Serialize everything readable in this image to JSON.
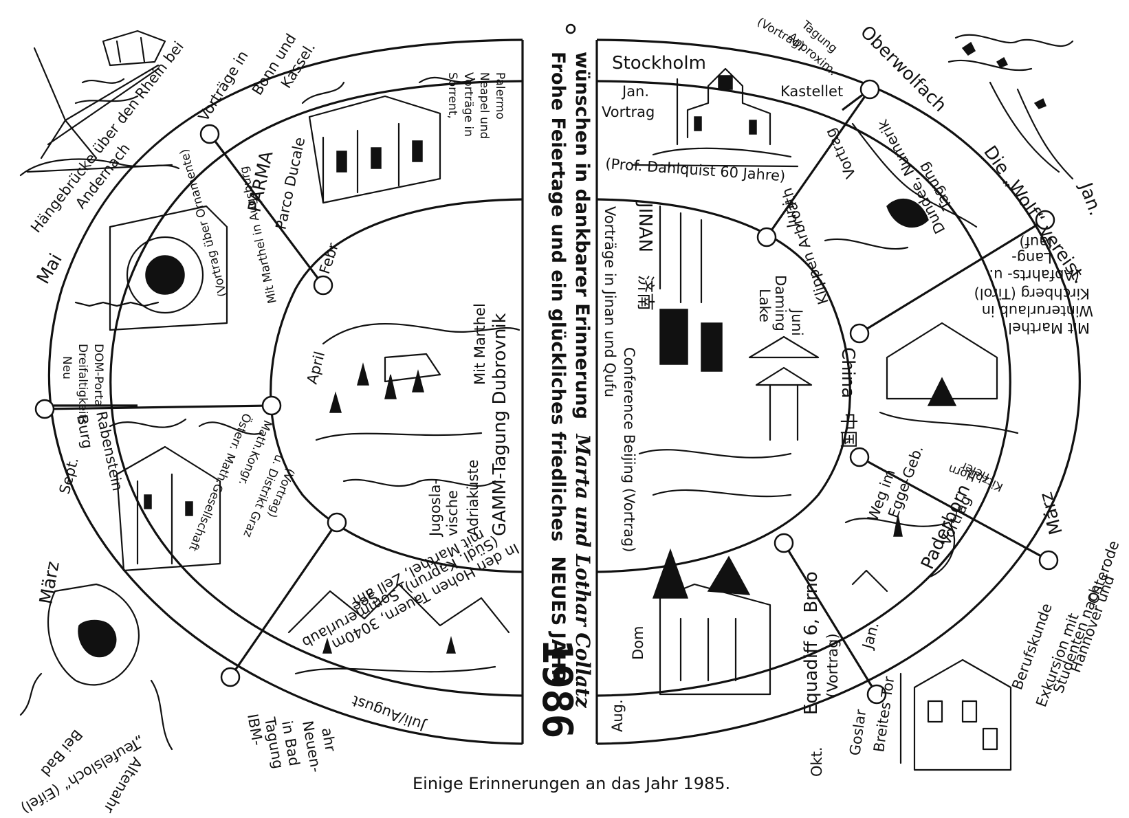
{
  "greeting": {
    "line1_pre": "Frohe Feiertage und ein glückliches friedliches",
    "line1_big": "NEUES JAHR",
    "year": "1986",
    "line2": "wünschen in dankbarer Erinnerung",
    "names": "Marta und Lothar Collatz"
  },
  "footer": "Einige Erinnerungen an das Jahr 1985.",
  "events": {
    "jan_oberwolfach": {
      "month": "Jan.",
      "text1": "Oberwolfach",
      "text2": "Die „Wolf“ vereist."
    },
    "jan_stockholm": {
      "place": "Stockholm",
      "sight": "Kastellet",
      "month": "Jan.",
      "kind": "Vortrag",
      "note": "(Prof. Dahlquist 60 Jahre)"
    },
    "approx": {
      "text1": "Tagung",
      "text2": "Approxim.",
      "text3": "(Vortrag)"
    },
    "dundee": {
      "text1": "Dundee, Numerik",
      "text2": "Tagung",
      "text3": "Vortrag",
      "text4": "Klippen Arbroath",
      "month": "Juni"
    },
    "kirchberg": {
      "text1": "Mit Marthel",
      "text2": "Winterurlaub in",
      "text3": "Kirchberg (Tirol)",
      "text4": "(Abfahrts- u.",
      "text5": "Lang-",
      "text6": "lauf)"
    },
    "kitzbueheler": {
      "text1": "Kitzbü-",
      "text2": "heler",
      "text3": "Horn",
      "month": "März"
    },
    "paderborn": {
      "text1": "Paderborn",
      "text2": "Vortrag",
      "text3": "Weg im",
      "text4": "Egge-Geb."
    },
    "hannover": {
      "text1": "Berufskunde",
      "text2": "Exkursion mit",
      "text3": "Studenten nach",
      "text4": "Hannover und",
      "text5": "Osterode"
    },
    "china": {
      "country": "China",
      "hanzi": "中国",
      "city": "JINAN",
      "hanzi_city": "济南",
      "lake": "Daming",
      "lake2": "Lake",
      "month": "Juni",
      "text1": "Conference Beijing (Vortrag)",
      "text2": "Vorträge in Jinan und Qufu"
    },
    "brno": {
      "month": "Aug.",
      "text1": "Dom",
      "text2": "Equadiff 6, Brno",
      "text3": "(Vortrag)",
      "month2": "Jan."
    },
    "goslar": {
      "month": "Okt.",
      "text1": "Goslar",
      "text2": "Breites Tor"
    },
    "dubrovnik": {
      "text1": "GAMM-Tagung Dubrovnik",
      "text2": "Mit Marthel",
      "text3": "Jugosla-",
      "text4": "vische",
      "text5": "Adriaküste",
      "month": "April"
    },
    "hohe_tauern": {
      "text1": "In den Hohen Tauern, 3040m",
      "text2": "(Südl. Kaprun), Sommerurlaub",
      "text3": "mit Marthel, Zell am",
      "text4": "See",
      "month": "Juli/August"
    },
    "ibm": {
      "text1": "IBM-",
      "text2": "Tagung",
      "text3": "in Bad",
      "text4": "Neuen-",
      "text5": "ahr"
    },
    "ahrtal": {
      "text1": "Bei Bad",
      "text2": "Altenahr",
      "text3": "„Teufelsloch“ (Eifel)",
      "month": "März"
    },
    "rabenstein": {
      "month": "Sept.",
      "text1": "Burg",
      "text2": "Rabenstein",
      "text3": "Österr. Math.Gesellschaft",
      "text4": "Math.Kongr.",
      "text5": "(Vortrag)",
      "text6": "u. Distrikt Graz"
    },
    "regensburg": {
      "text1": "Neu",
      "text2": "Dreifaltigkeits",
      "text3": "DOM-Portal"
    },
    "augsburg": {
      "text1": "Mit Marthel in Augsburg",
      "text2": "(Vortrag über Ornamente)"
    },
    "parma": {
      "text1": "PARMA",
      "text2": "Parco Ducale",
      "month": "Febr.",
      "text3": "Vorträge in",
      "text4": "Bonn und",
      "text5": "Kassel."
    },
    "sorrento": {
      "text1": "Sorrent,",
      "text2": "Vorträge in",
      "text3": "Neapel und",
      "text4": "Palermo"
    },
    "andernach": {
      "text1": "Hängebrücke über den Rhein bei",
      "text2": "Andernach",
      "month": "Mai"
    }
  }
}
